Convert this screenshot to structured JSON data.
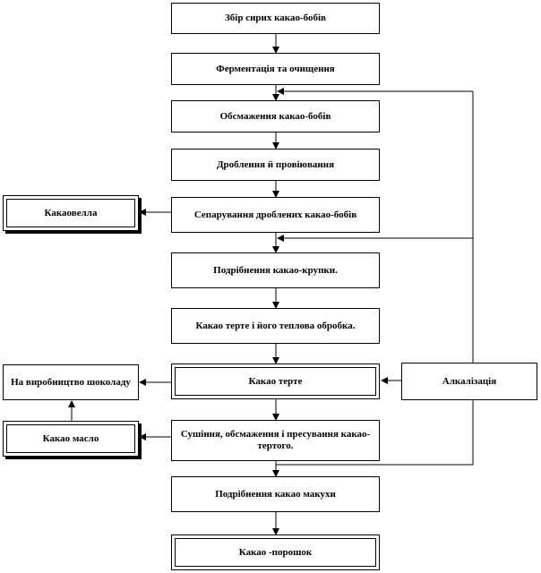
{
  "diagram": {
    "nodes": {
      "n1": "Збір сирих какао-бобів",
      "n2": "Ферментація та очищення",
      "n3": "Обсмаження какао-бобів",
      "n4": "Дроблення й провіювання",
      "n5": "Сепарування дроблених какао-бобів",
      "n6": "Подрібнення какао-крупки.",
      "n7": "Какао терте і його теплова обробка.",
      "n8": "Какао терте",
      "n9": "Сушіння, обсмаження і пресування какао-тертого.",
      "n10": "Подрібнення какао макухи",
      "n11": "Какао -порошок",
      "side_shell": "Какаовелла",
      "side_butter": "Какао масло",
      "side_chocolate": "На виробництво шоколаду",
      "side_alkali": "Алкалізація"
    },
    "colors": {
      "line": "#000000",
      "fill": "#ffffff"
    }
  }
}
